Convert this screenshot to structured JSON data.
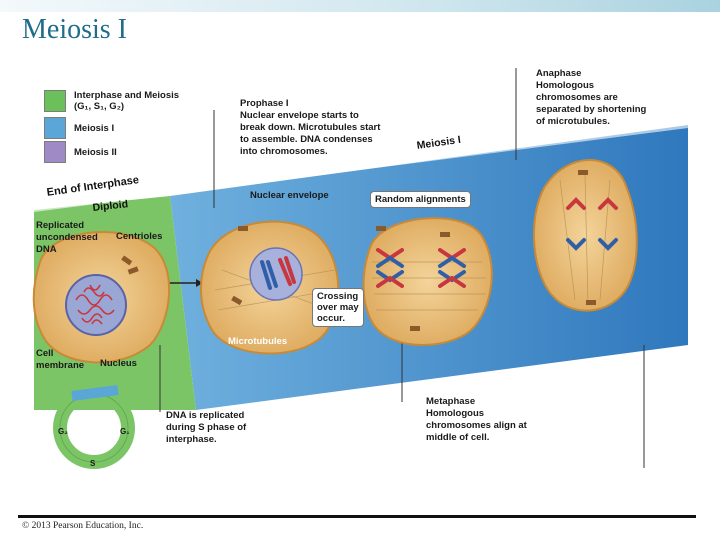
{
  "slide": {
    "title": "Meiosis I",
    "footer": "© 2013 Pearson Education, Inc."
  },
  "legend": [
    {
      "label_line1": "Interphase and Meiosis",
      "label_line2": "(G₁, S₁, G₂)",
      "color": "#6cc05a"
    },
    {
      "label_line1": "Meiosis I",
      "label_line2": "",
      "color": "#5aa6d6"
    },
    {
      "label_line1": "Meiosis II",
      "label_line2": "",
      "color": "#a08ac6"
    }
  ],
  "bands": {
    "end_of_interphase": "End of Interphase",
    "diploid": "Diploid",
    "meiosis_i": "Meiosis I"
  },
  "stages": {
    "prophase": {
      "title": "Prophase I",
      "line1": "Nuclear envelope starts to",
      "line2": "break down. Microtubules start",
      "line3": "to assemble. DNA condenses",
      "line4": "into chromosomes."
    },
    "anaphase": {
      "title": "Anaphase",
      "line1": "Homologous",
      "line2": "chromosomes are",
      "line3": "separated by shortening",
      "line4": "of microtubules."
    },
    "metaphase": {
      "title": "Metaphase",
      "line1": "Homologous",
      "line2": "chromosomes align at",
      "line3": "middle of cell."
    }
  },
  "labels": {
    "replicated_1": "Replicated",
    "replicated_2": "uncondensed",
    "replicated_3": "DNA",
    "centrioles": "Centrioles",
    "cell_membrane_1": "Cell",
    "cell_membrane_2": "membrane",
    "nucleus": "Nucleus",
    "nuclear_envelope": "Nuclear envelope",
    "microtubules": "Microtubules",
    "random_alignments": "Random alignments",
    "crossing_1": "Crossing",
    "crossing_2": "over may",
    "crossing_3": "occur.",
    "dna_replicated_1": "DNA is replicated",
    "dna_replicated_2": "during S phase of",
    "dna_replicated_3": "interphase."
  },
  "cycle": {
    "g1": "G₁",
    "g2": "G₂",
    "s": "S"
  },
  "colors": {
    "interphase_green": "#7cc567",
    "meiosis_blue": "#3d86c6",
    "meiosis_blue_light": "#6fb0de",
    "cell_fill": "#e9b86c",
    "cell_edge": "#c98a36",
    "chromosome_red": "#c8373f",
    "chromosome_blue": "#2f5fa8"
  }
}
